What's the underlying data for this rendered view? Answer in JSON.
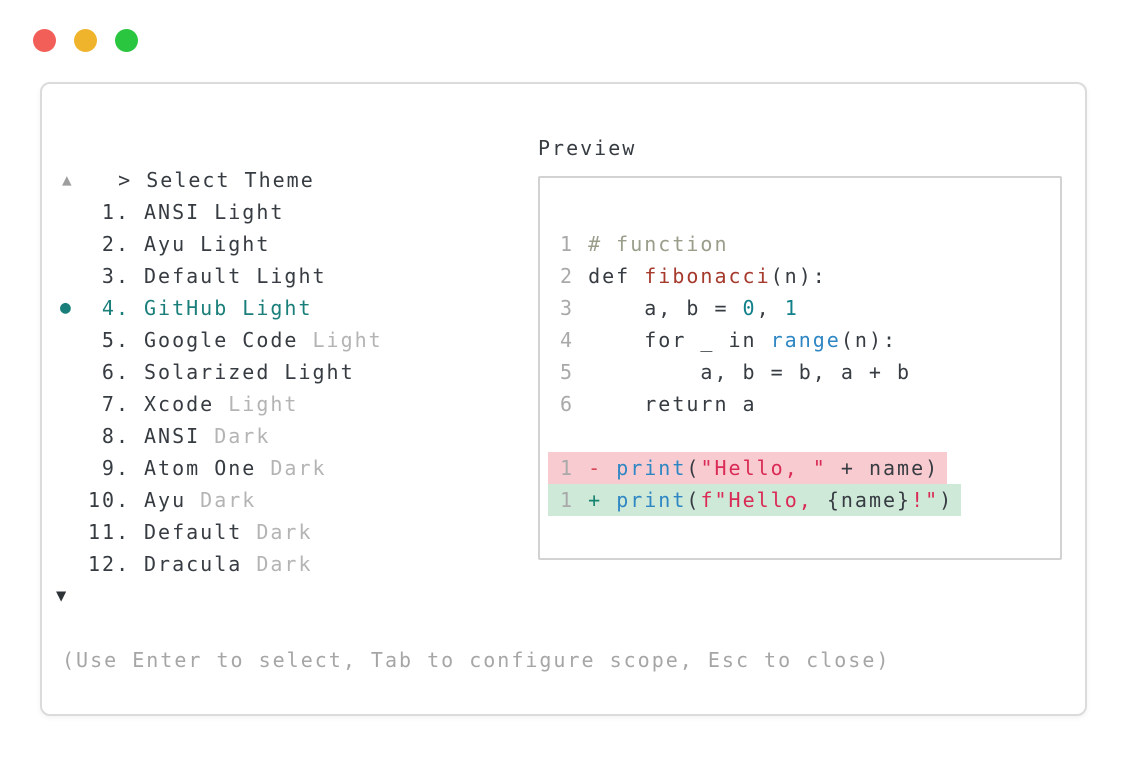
{
  "colors": {
    "fg": "#373c42",
    "muted": "#b4b4b4",
    "teal": "#1a7f7a",
    "comment": "#999e8b",
    "func": "#a53a2d",
    "builtin": "#2e86c3",
    "numlit": "#11808a",
    "str": "#d92b55",
    "minus": "#d94556",
    "plus": "#16836f",
    "removed_bg": "#f8cbd0",
    "added_bg": "#cfe9d9",
    "line_num": "#a9a9a9",
    "footer_fg": "#a6a6a6",
    "scroll_up_fg": "#9e9e9e",
    "scroll_down_fg": "#2e3338",
    "window_border": "#dbdbdb",
    "preview_border": "#d2d2d2",
    "light_red": "#f25f58",
    "light_yellow": "#f0b42c",
    "light_green": "#2bc63f"
  },
  "window_controls": {
    "close": "close",
    "minimize": "minimize",
    "zoom": "zoom"
  },
  "header": {
    "prompt_symbol": "> ",
    "title": "Select Theme"
  },
  "list": {
    "scroll_up_symbol": "▲",
    "scroll_down_symbol": "▼",
    "selected_marker": "●",
    "items": [
      {
        "number": "1",
        "label": "ANSI Light",
        "muted_suffix": "",
        "selected": false
      },
      {
        "number": "2",
        "label": "Ayu Light",
        "muted_suffix": "",
        "selected": false
      },
      {
        "number": "3",
        "label": "Default Light",
        "muted_suffix": "",
        "selected": false
      },
      {
        "number": "4",
        "label": "GitHub Light",
        "muted_suffix": "",
        "selected": true
      },
      {
        "number": "5",
        "label": "Google Code",
        "muted_suffix": "Light",
        "selected": false
      },
      {
        "number": "6",
        "label": "Solarized Light",
        "muted_suffix": "",
        "selected": false
      },
      {
        "number": "7",
        "label": "Xcode",
        "muted_suffix": "Light",
        "selected": false
      },
      {
        "number": "8",
        "label": "ANSI",
        "muted_suffix": "Dark",
        "selected": false
      },
      {
        "number": "9",
        "label": "Atom One",
        "muted_suffix": "Dark",
        "selected": false
      },
      {
        "number": "10",
        "label": "Ayu",
        "muted_suffix": "Dark",
        "selected": false
      },
      {
        "number": "11",
        "label": "Default",
        "muted_suffix": "Dark",
        "selected": false
      },
      {
        "number": "12",
        "label": "Dracula",
        "muted_suffix": "Dark",
        "selected": false
      }
    ]
  },
  "preview": {
    "title": "Preview",
    "code_lines": [
      {
        "num": "1",
        "bg": "",
        "tokens": [
          [
            "# function",
            "comment"
          ]
        ]
      },
      {
        "num": "2",
        "bg": "",
        "tokens": [
          [
            "def ",
            "fg"
          ],
          [
            "fibonacci",
            "func"
          ],
          [
            "(n):",
            "fg"
          ]
        ]
      },
      {
        "num": "3",
        "bg": "",
        "tokens": [
          [
            "    a, b = ",
            "fg"
          ],
          [
            "0",
            "numlit"
          ],
          [
            ", ",
            "fg"
          ],
          [
            "1",
            "numlit"
          ]
        ]
      },
      {
        "num": "4",
        "bg": "",
        "tokens": [
          [
            "    for _ in ",
            "fg"
          ],
          [
            "range",
            "builtin"
          ],
          [
            "(n):",
            "fg"
          ]
        ]
      },
      {
        "num": "5",
        "bg": "",
        "tokens": [
          [
            "        a, b = b, a + b",
            "fg"
          ]
        ]
      },
      {
        "num": "6",
        "bg": "",
        "tokens": [
          [
            "    return a",
            "fg"
          ]
        ]
      },
      {
        "num": "",
        "bg": "",
        "tokens": []
      },
      {
        "num": "1",
        "bg": "removed",
        "tokens": [
          [
            "- ",
            "minus"
          ],
          [
            "print",
            "builtin"
          ],
          [
            "(",
            "fg"
          ],
          [
            "\"Hello, \"",
            "str"
          ],
          [
            " + name)",
            "fg"
          ]
        ]
      },
      {
        "num": "1",
        "bg": "added",
        "tokens": [
          [
            "+ ",
            "plus"
          ],
          [
            "print",
            "builtin"
          ],
          [
            "(",
            "fg"
          ],
          [
            "f\"Hello, ",
            "str"
          ],
          [
            "{name}",
            "fg"
          ],
          [
            "!\"",
            "str"
          ],
          [
            ")",
            "fg"
          ]
        ]
      }
    ]
  },
  "footer": {
    "hint": "(Use Enter to select, Tab to configure scope, Esc to close)"
  }
}
